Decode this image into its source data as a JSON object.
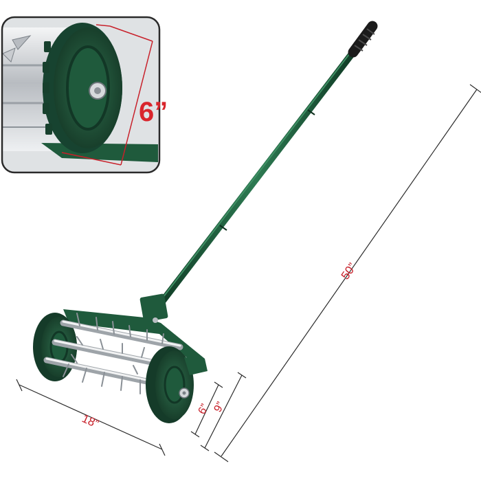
{
  "inset": {
    "wheel_diameter_label": "6”"
  },
  "dimensions": {
    "overall_height_label": "50”",
    "roller_width_label": "18”",
    "wheel_label": "6”",
    "roller_height_label": "9”"
  },
  "colors": {
    "frame_green": "#1f5a3c",
    "wheel_green": "#23563d",
    "dimension_red": "#c8202a",
    "steel": "#c9ccd0"
  }
}
